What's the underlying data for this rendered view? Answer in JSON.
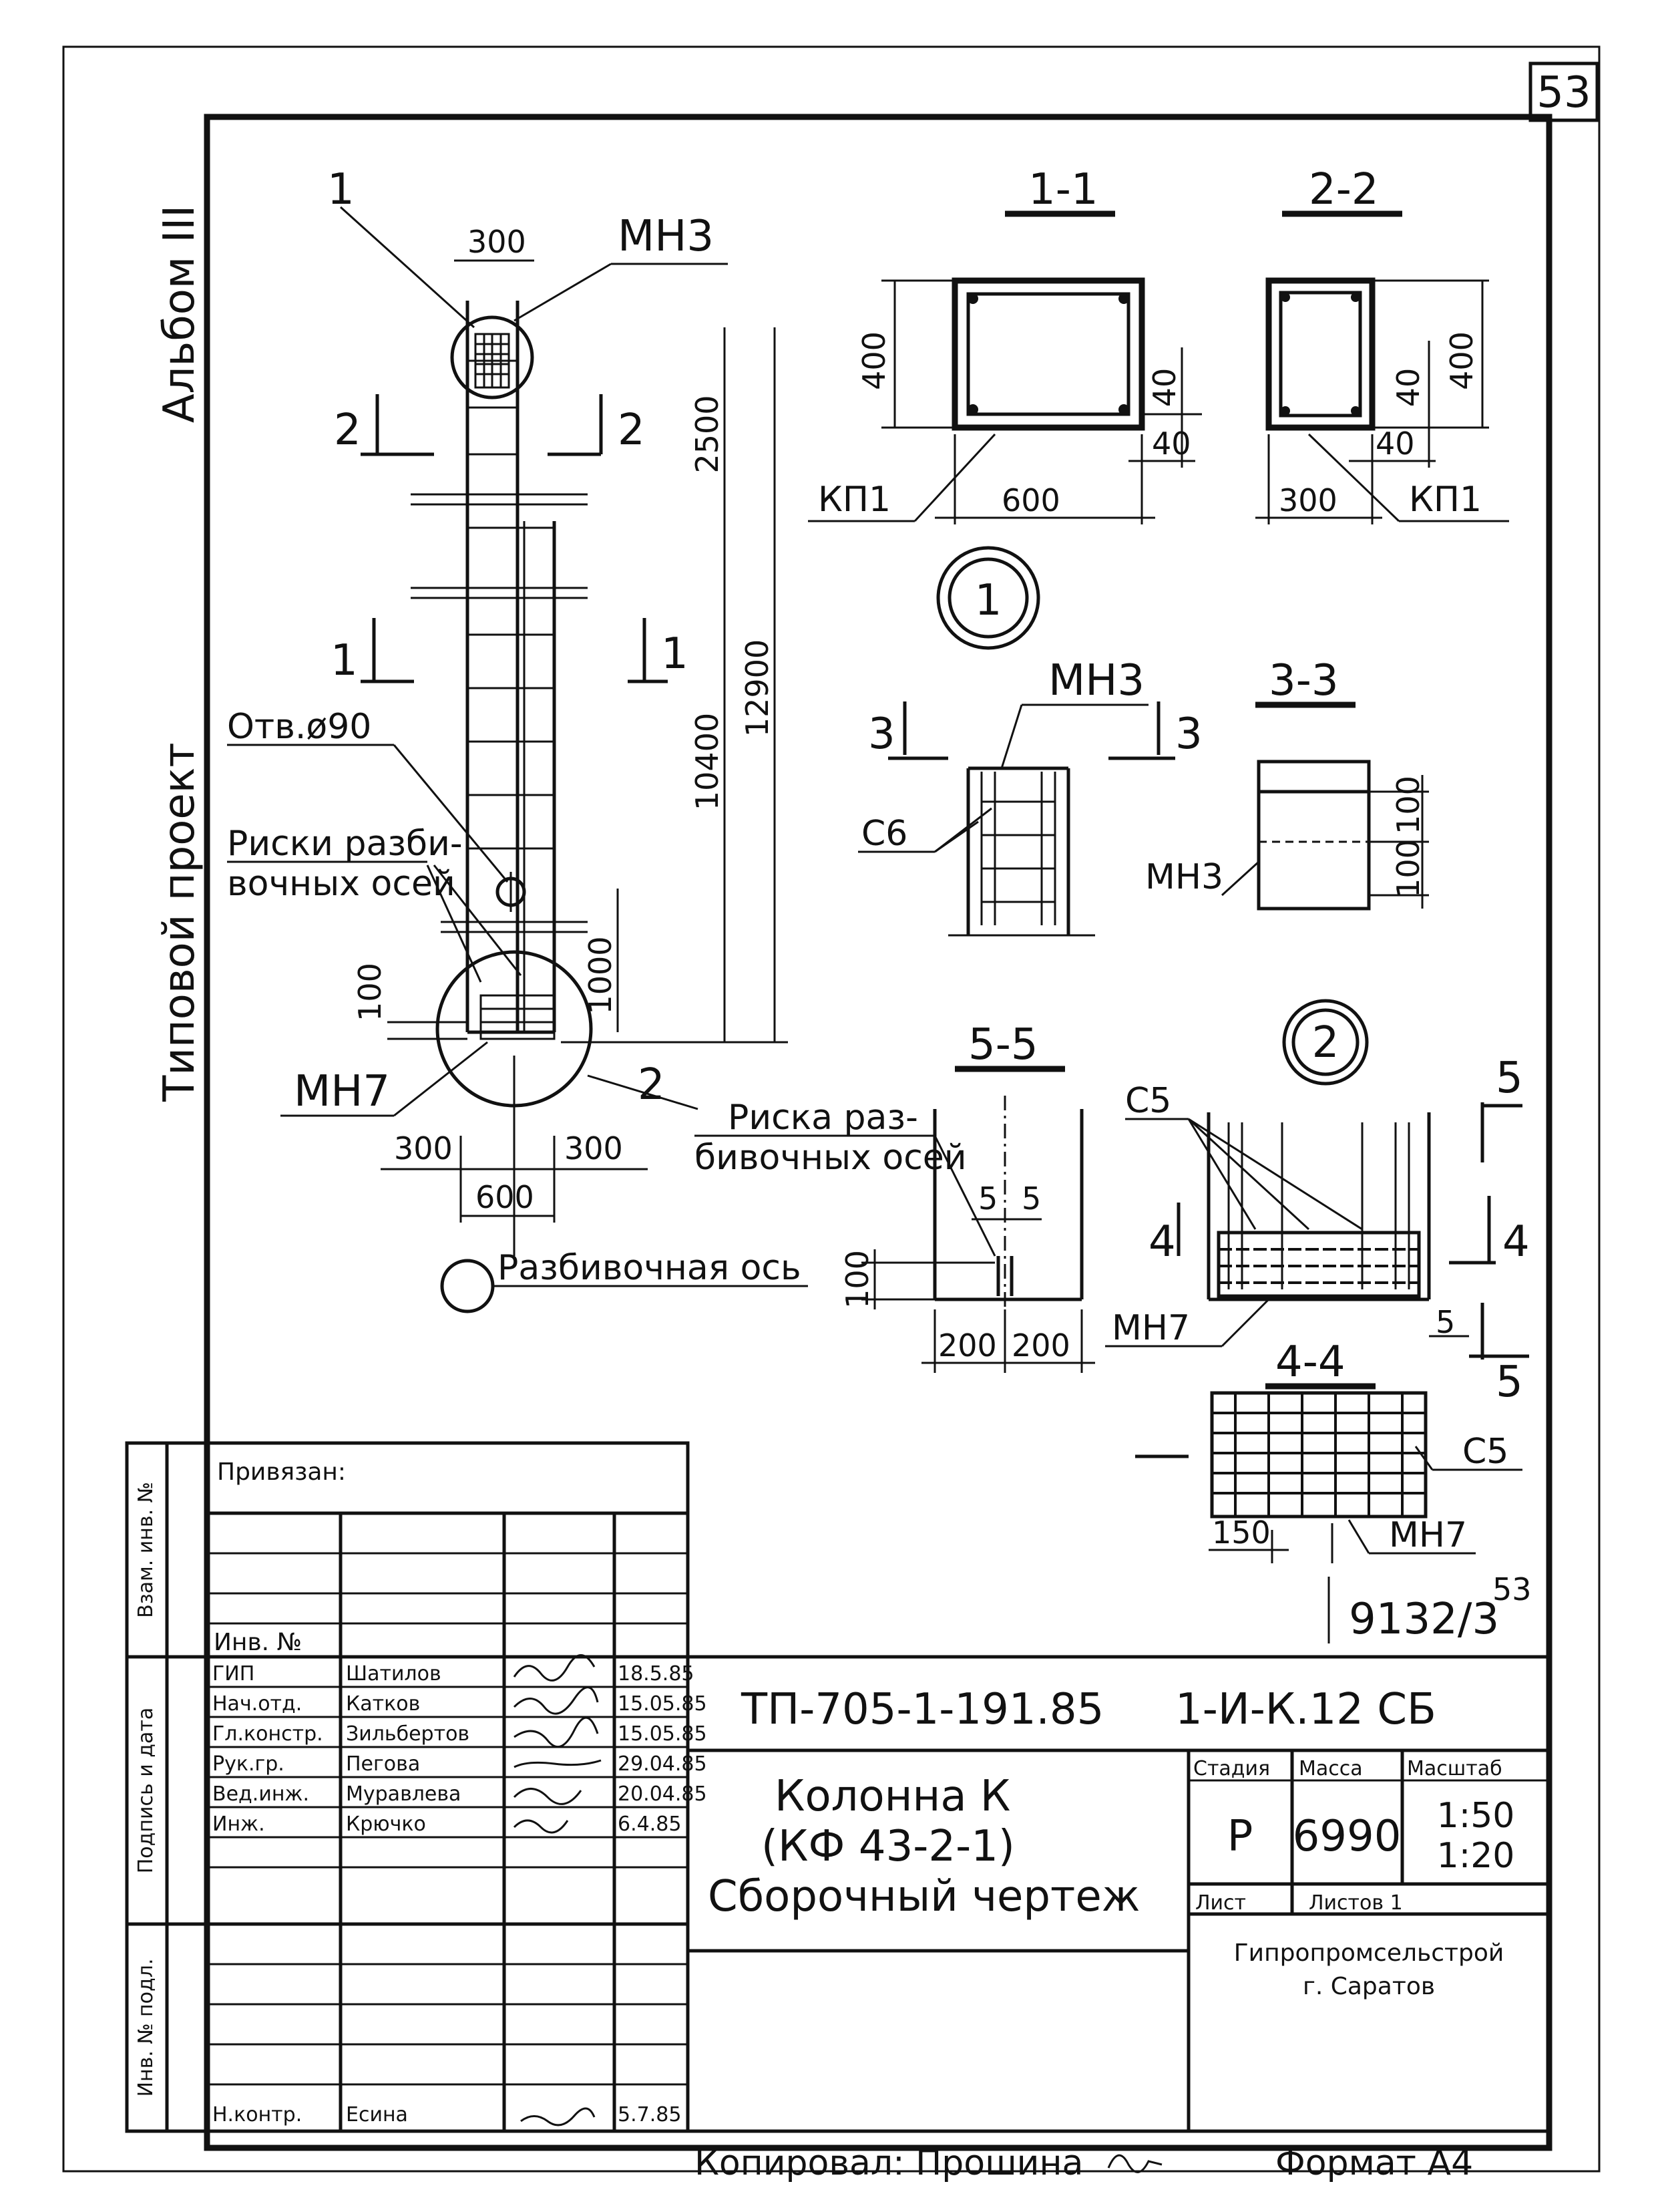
{
  "sheet": {
    "page_number": "53",
    "side_top": "Альбом III",
    "side_bottom": "Типовой проект"
  },
  "drawing": {
    "labels": {
      "mark_1": "1",
      "mn3_top": "МН3",
      "dim_300_top": "300",
      "cut2_left": "2",
      "cut2_right": "2",
      "cut1_left": "1",
      "cut1_right": "1",
      "hole": "Отв.ø90",
      "risks_1": "Риски разби-",
      "risks_2": "вочных осей",
      "dim_2500": "2500",
      "dim_12900": "12900",
      "dim_10400": "10400",
      "dim_1000": "1000",
      "dim_100": "100",
      "mn7": "МН7",
      "mark_2": "2",
      "dim_300_l": "300",
      "dim_300_r": "300",
      "dim_600": "600",
      "axis": "Разбивочная ось"
    },
    "sections": {
      "s11": {
        "title": "1-1",
        "h": "400",
        "w": "600",
        "c1": "40",
        "c2": "40",
        "tag": "КП1"
      },
      "s22": {
        "title": "2-2",
        "h": "400",
        "w": "300",
        "c1": "40",
        "c2": "40",
        "tag": "КП1"
      },
      "node1": {
        "num": "1",
        "mn3": "МН3",
        "c6": "С6",
        "cut_l": "3",
        "cut_r": "3"
      },
      "s33": {
        "title": "3-3",
        "d1": "100",
        "d2": "100",
        "mn3": "МН3"
      },
      "s55": {
        "title": "5-5",
        "risk_1": "Риска раз-",
        "risk_2": "бивочных осей",
        "a": "5",
        "b": "5",
        "d100": "100",
        "w1": "200",
        "w2": "200"
      },
      "node2": {
        "num": "2",
        "c5": "С5",
        "mn7": "МН7",
        "cut4_l": "4",
        "cut4_r": "4",
        "cut5_t": "5",
        "cut5_b": "5",
        "d5": "5"
      },
      "s44": {
        "title": "4-4",
        "c5": "С5",
        "d150": "150",
        "mn7": "МН7"
      }
    },
    "code_53": "53",
    "code": "9132/3"
  },
  "title_block": {
    "side": {
      "f1": "Взам. инв. №",
      "f2": "Подпись и дата",
      "f3": "Инв. № подл."
    },
    "tied": "Привязан:",
    "inv": "Инв. №",
    "roles": [
      {
        "role": "ГИП",
        "name": "Шатилов",
        "date": "18.5.85"
      },
      {
        "role": "Нач.отд.",
        "name": "Катков",
        "date": "15.05.85"
      },
      {
        "role": "Гл.констр.",
        "name": "Зильбертов",
        "date": "15.05.85"
      },
      {
        "role": "Рук.гр.",
        "name": "Пегова",
        "date": "29.04.85"
      },
      {
        "role": "Вед.инж.",
        "name": "Муравлева",
        "date": "20.04.85"
      },
      {
        "role": "Инж.",
        "name": "Крючко",
        "date": "6.4.85"
      }
    ],
    "nkontr": {
      "role": "Н.контр.",
      "name": "Есина",
      "date": "5.7.85"
    },
    "project": "ТП-705-1-191.85",
    "sheet_code": "1-И-К.12 СБ",
    "name_1": "Колонна К",
    "name_2": "(КФ 43-2-1)",
    "name_3": "Сборочный чертеж",
    "stage_h": "Стадия",
    "mass_h": "Масса",
    "scale_h": "Масштаб",
    "stage": "Р",
    "mass": "6990",
    "scale_1": "1:50",
    "scale_2": "1:20",
    "list_h": "Лист",
    "lists_h": "Листов 1",
    "org_1": "Гипропромсельстрой",
    "org_2": "г. Саратов"
  },
  "footer": {
    "copied": "Копировал: Прошина",
    "format": "Формат А4"
  }
}
